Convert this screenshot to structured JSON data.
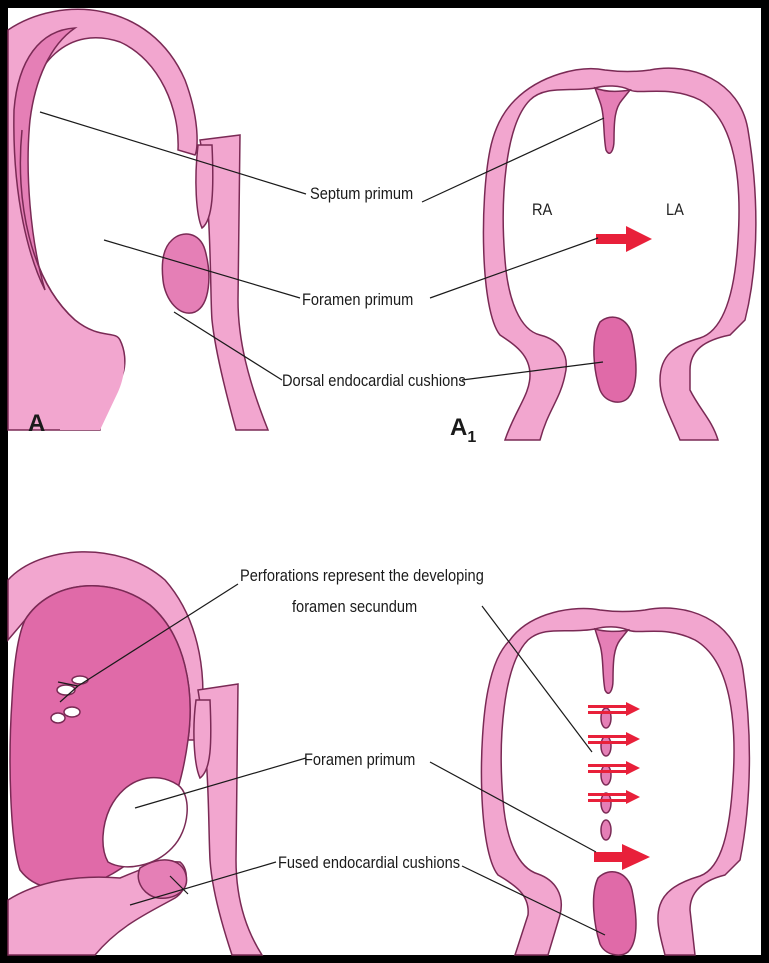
{
  "panel_a": {
    "letter": "A",
    "labels": {
      "septum_primum": "Septum primum",
      "foramen_primum": "Foramen primum",
      "dorsal_cushions": "Dorsal endocardial cushions"
    }
  },
  "panel_a1": {
    "letter": "A",
    "subscript": "1",
    "ra": "RA",
    "la": "LA"
  },
  "panel_b": {
    "labels": {
      "perforations_line1": "Perforations represent the developing",
      "perforations_line2": "foramen secundum",
      "foramen_primum": "Foramen primum",
      "fused_cushions": "Fused endocardial cushions"
    }
  },
  "colors": {
    "wall": "#f2a6cf",
    "wall_dark": "#e57fb6",
    "cavity_dark": "#e06aa8",
    "outline": "#7a2a55",
    "arrow": "#e8203a",
    "background": "#ffffff",
    "frame": "#000000"
  }
}
